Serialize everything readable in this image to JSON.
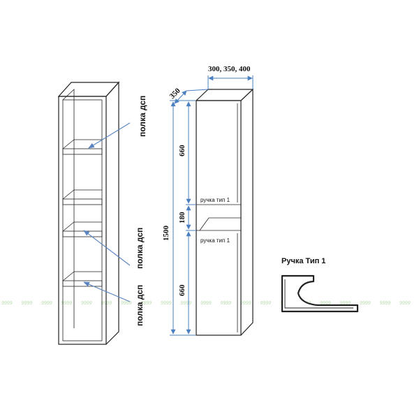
{
  "shelf_label": "полка дсп",
  "width_label": "300, 350, 400",
  "depth_label": "350",
  "height_total": "1500",
  "height_top": "660",
  "height_mid": "180",
  "height_bottom": "660",
  "handle_label": "ручка тип 1",
  "handle_title": "Ручка Тип 1",
  "watermark": "9999",
  "colors": {
    "line": "#222222",
    "dimension": "#4a7fc0",
    "arrow": "#5a84c0",
    "watermark": "#b9dcae"
  }
}
